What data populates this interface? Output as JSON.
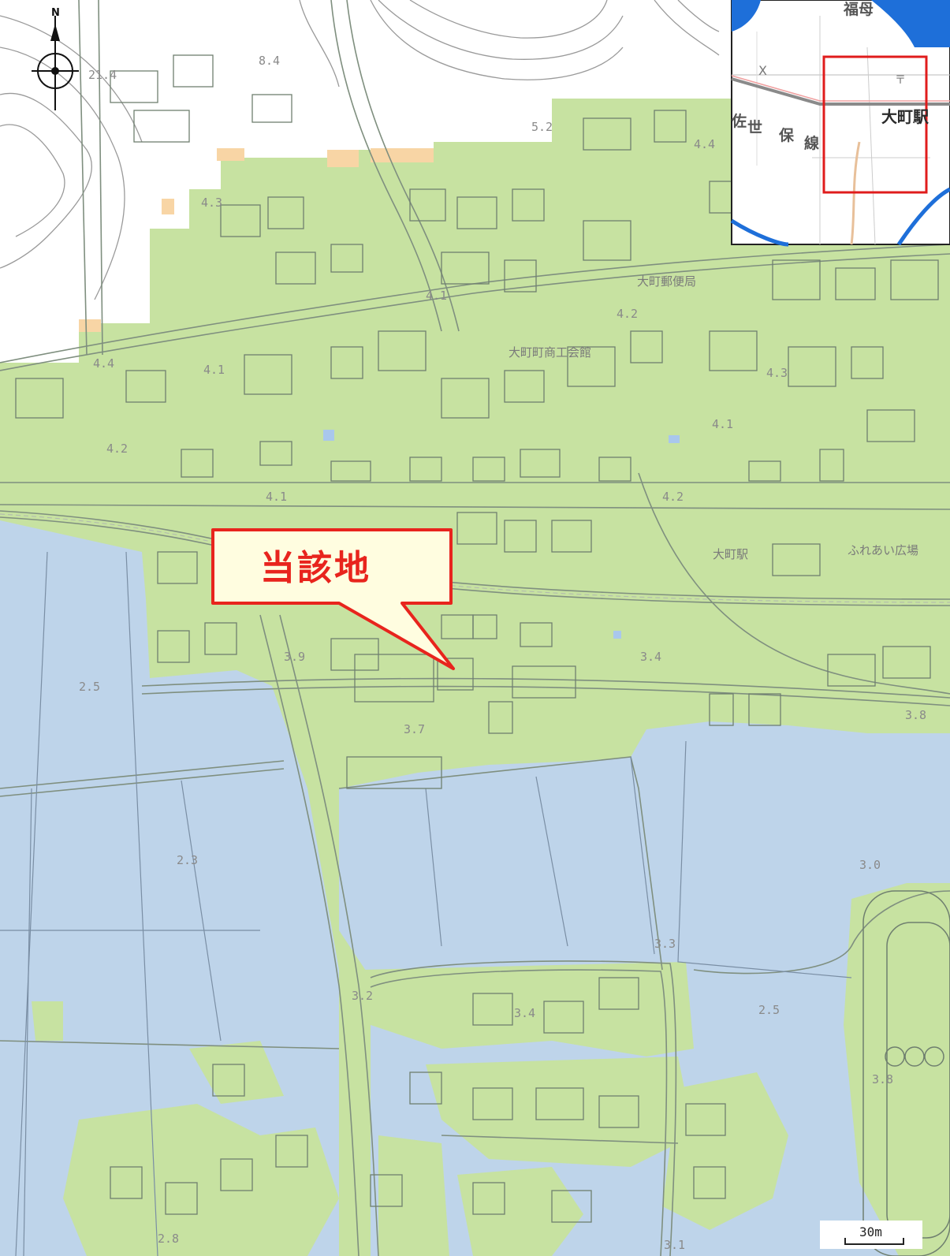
{
  "callout": {
    "label": "当該地"
  },
  "place_labels": [
    {
      "id": "post-office",
      "text": "大町郵便局"
    },
    {
      "id": "chamber",
      "text": "大町町商工会館"
    },
    {
      "id": "station",
      "text": "大町駅"
    },
    {
      "id": "plaza",
      "text": "ふれあい広場"
    }
  ],
  "elevation_labels": [
    "8.4",
    "21.4",
    "5.2",
    "4.4",
    "4.3",
    "4.1",
    "4.2",
    "4.3",
    "4.1",
    "4.4",
    "4.1",
    "4.2",
    "4.1",
    "4.2",
    "3.9",
    "3.4",
    "2.5",
    "3.7",
    "3.8",
    "2.3",
    "3.0",
    "3.3",
    "3.2",
    "3.4",
    "2.5",
    "3.8",
    "2.8",
    "3.1"
  ],
  "inset": {
    "station": "大町駅",
    "top_name": "福母",
    "line_chars": [
      "佐",
      "世",
      "保",
      "線"
    ]
  },
  "north_arrow": {
    "label": "N"
  },
  "scale_bar": {
    "label": "30m"
  },
  "colors": {
    "flood_zone": "#bed4ea",
    "safe_zone": "#c7e2a1",
    "callout_border": "#e8241d",
    "callout_fill": "#fffde0",
    "road_line": "#7f8f7f",
    "inset_river": "#1e6fd9",
    "inset_frame": "#e01c1c"
  }
}
